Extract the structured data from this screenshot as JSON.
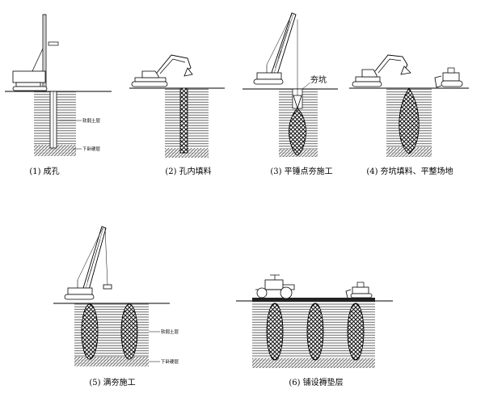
{
  "diagram": {
    "steps": [
      {
        "caption": "(1) 成孔",
        "labels": [
          "软弱土层",
          "下卧硬层"
        ]
      },
      {
        "caption": "(2) 孔内填料",
        "labels": []
      },
      {
        "caption": "(3) 平锤点夯施工",
        "labels": [
          "夯坑"
        ]
      },
      {
        "caption": "(4) 夯坑填料、平整场地",
        "labels": []
      },
      {
        "caption": "(5) 满夯施工",
        "labels": [
          "软弱土层",
          "下卧硬层"
        ]
      },
      {
        "caption": "(6) 铺设褥垫层",
        "labels": []
      }
    ]
  }
}
